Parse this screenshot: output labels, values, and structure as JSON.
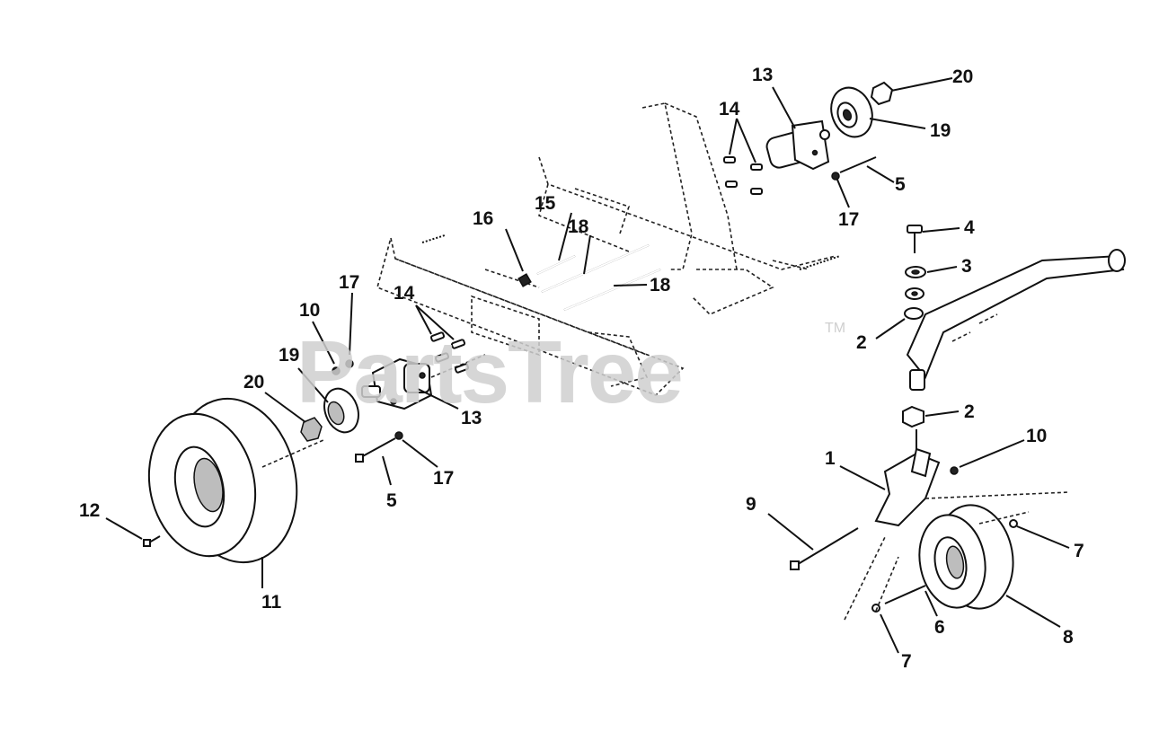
{
  "watermark": {
    "text": "PartsTree",
    "tm": "TM"
  },
  "callouts": {
    "c1": "1",
    "c2a": "2",
    "c2b": "2",
    "c3": "3",
    "c4": "4",
    "c5a": "5",
    "c5b": "5",
    "c6": "6",
    "c7a": "7",
    "c7b": "7",
    "c8": "8",
    "c9": "9",
    "c10a": "10",
    "c10b": "10",
    "c11": "11",
    "c12": "12",
    "c13a": "13",
    "c13b": "13",
    "c14a": "14",
    "c14b": "14",
    "c15": "15",
    "c16": "16",
    "c17a": "17",
    "c17b": "17",
    "c17c": "17",
    "c18a": "18",
    "c18b": "18",
    "c19a": "19",
    "c19b": "19",
    "c20a": "20",
    "c20b": "20"
  }
}
